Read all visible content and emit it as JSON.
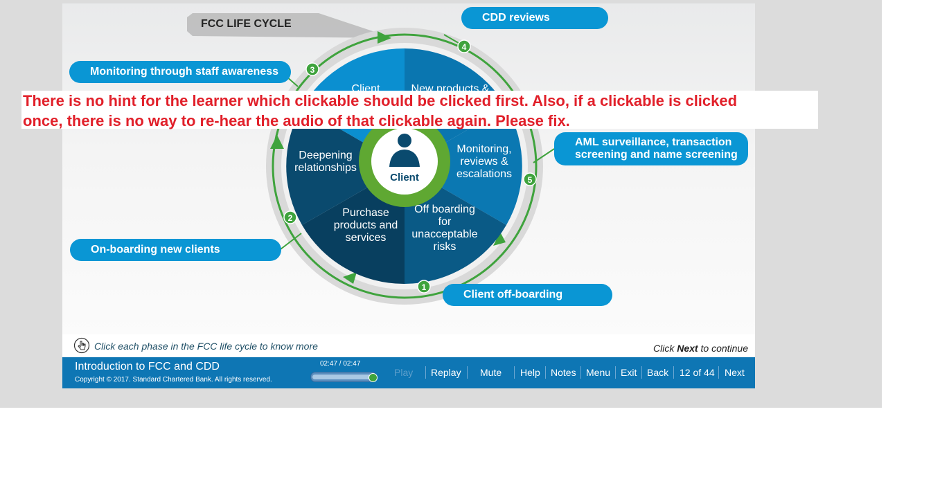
{
  "diagram": {
    "title": "FCC LIFE CYCLE",
    "center_label": "Client",
    "segments": [
      {
        "label_lines": [
          "Client",
          ""
        ]
      },
      {
        "label_lines": [
          "New products &"
        ]
      },
      {
        "label_lines": [
          "Monitoring,",
          "reviews &",
          "escalations"
        ]
      },
      {
        "label_lines": [
          "Off boarding",
          "for",
          "unacceptable",
          "risks"
        ]
      },
      {
        "label_lines": [
          "Purchase",
          "products and",
          "services"
        ]
      },
      {
        "label_lines": [
          "Deepening",
          "relationships"
        ]
      }
    ],
    "phases": [
      {
        "number": "1",
        "label": "Client off-boarding"
      },
      {
        "number": "2",
        "label": "On-boarding new clients"
      },
      {
        "number": "3",
        "label": "Monitoring through staff awareness"
      },
      {
        "number": "4",
        "label": "CDD reviews"
      },
      {
        "number": "5",
        "label_line1": "AML surveillance, transaction",
        "label_line2": "screening and name screening"
      }
    ]
  },
  "annotation": {
    "line1": "There is no hint for the learner which clickable should be clicked first. Also, if a clickable is clicked",
    "line2": "once, there is no way to re-hear the audio of that clickable again. Please fix."
  },
  "instruction": {
    "text": "Click each phase in the FCC life cycle to know more",
    "next_prefix": "Click ",
    "next_word": "Next",
    "next_suffix": " to continue"
  },
  "player": {
    "course_title": "Introduction to FCC and CDD",
    "copyright": "Copyright © 2017. Standard Chartered Bank. All rights reserved.",
    "time": "02:47 / 02:47",
    "progress": 1.0,
    "buttons": {
      "play": "Play",
      "replay": "Replay",
      "mute": "Mute",
      "help": "Help",
      "notes": "Notes",
      "menu": "Menu",
      "exit": "Exit",
      "back": "Back",
      "page": "12 of 44",
      "next": "Next"
    }
  },
  "colors": {
    "pill": "#0a96d4",
    "player_bar": "#0e76b4",
    "arrow_green": "#3fa33d",
    "annotation_red": "#e1202a",
    "segment_dark": "#0a4a6e",
    "segment_light": "#0b8fd0"
  }
}
